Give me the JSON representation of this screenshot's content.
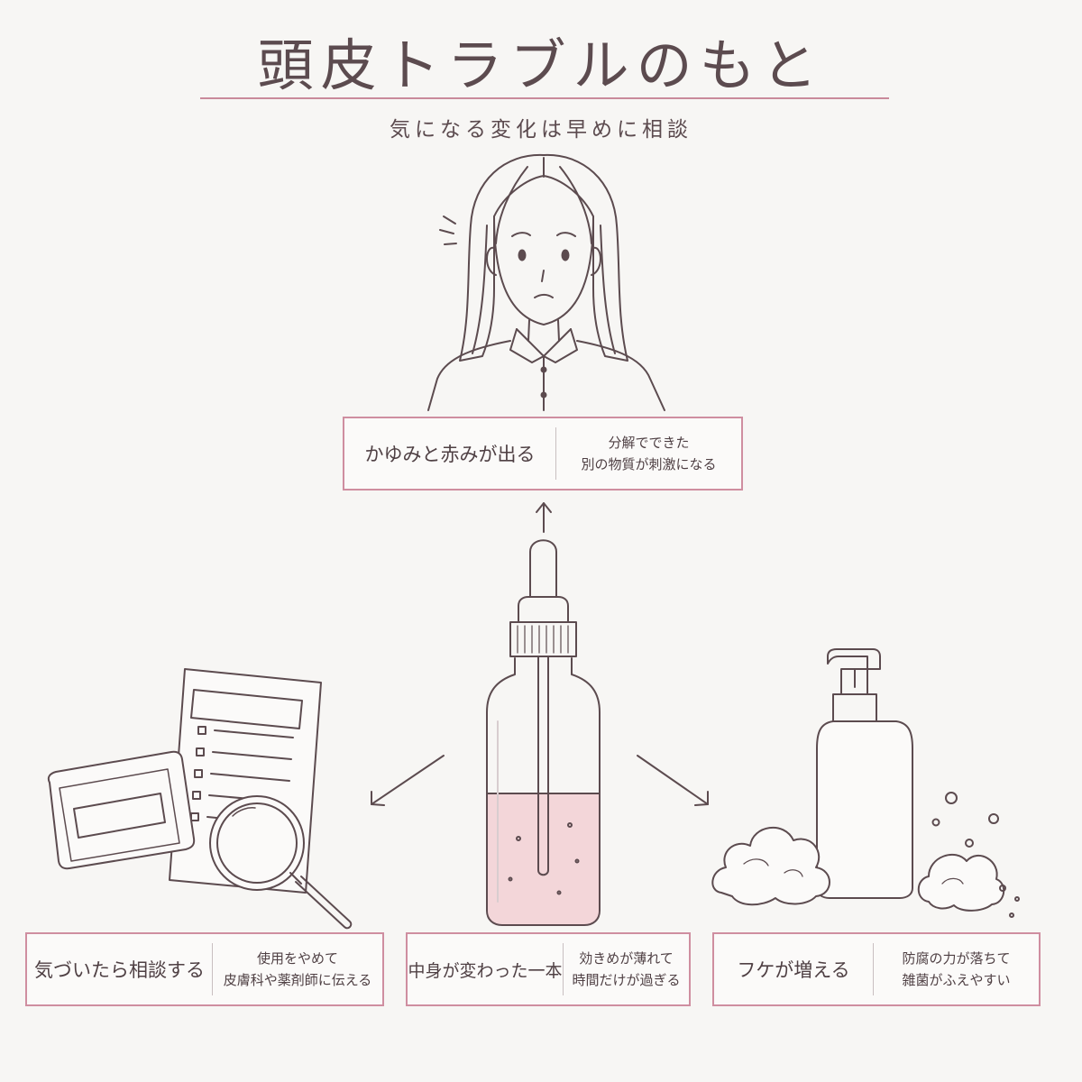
{
  "header": {
    "title": "頭皮トラブルのもと",
    "subtitle": "気になる変化は早めに相談"
  },
  "panels": {
    "top": {
      "label": "かゆみと赤みが出る",
      "note_line1": "分解でできた",
      "note_line2": "別の物質が刺激になる"
    },
    "left": {
      "label": "気づいたら相談する",
      "note_line1": "使用をやめて",
      "note_line2": "皮膚科や薬剤師に伝える"
    },
    "center": {
      "label": "中身が変わった一本",
      "note_line1": "効きめが薄れて",
      "note_line2": "時間だけが過ぎる"
    },
    "right": {
      "label": "フケが増える",
      "note_line1": "防腐の力が落ちて",
      "note_line2": "雑菌がふえやすい"
    }
  },
  "colors": {
    "accent": "#cf8ea0",
    "line": "#5c4b4f",
    "liquid": "#f3d6d9",
    "background": "#f7f6f4"
  },
  "icons": [
    "worried-woman-illustration",
    "dropper-bottle-illustration",
    "checklist-magnifier-illustration",
    "pump-bottle-foam-illustration",
    "arrow-up-icon",
    "arrow-down-left-icon",
    "arrow-down-right-icon"
  ]
}
